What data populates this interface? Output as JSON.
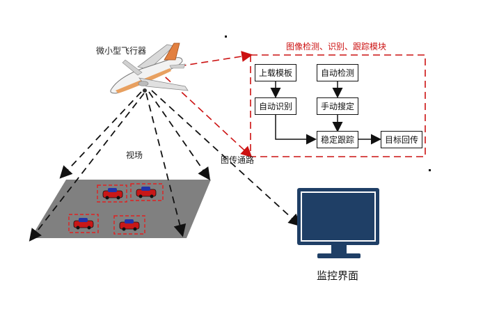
{
  "labels": {
    "uav": "微小型飞行器",
    "view_field": "视场",
    "image_link": "图传通路",
    "monitor": "监控界面"
  },
  "module": {
    "title": "图像检测、识别、跟踪模块",
    "boxes": {
      "load_template": "上载模板",
      "auto_detect": "自动检测",
      "auto_recognize": "自动识别",
      "manual_search": "手动搜定",
      "stable_track": "稳定跟踪",
      "target_return": "目标回传"
    }
  },
  "colors": {
    "accent": "#cc1111",
    "ground": "#808080",
    "monitor_frame": "#1f3f66",
    "monitor_screen": "#ffffff"
  },
  "icons": [
    "airplane-icon",
    "car-icon",
    "monitor-icon"
  ]
}
